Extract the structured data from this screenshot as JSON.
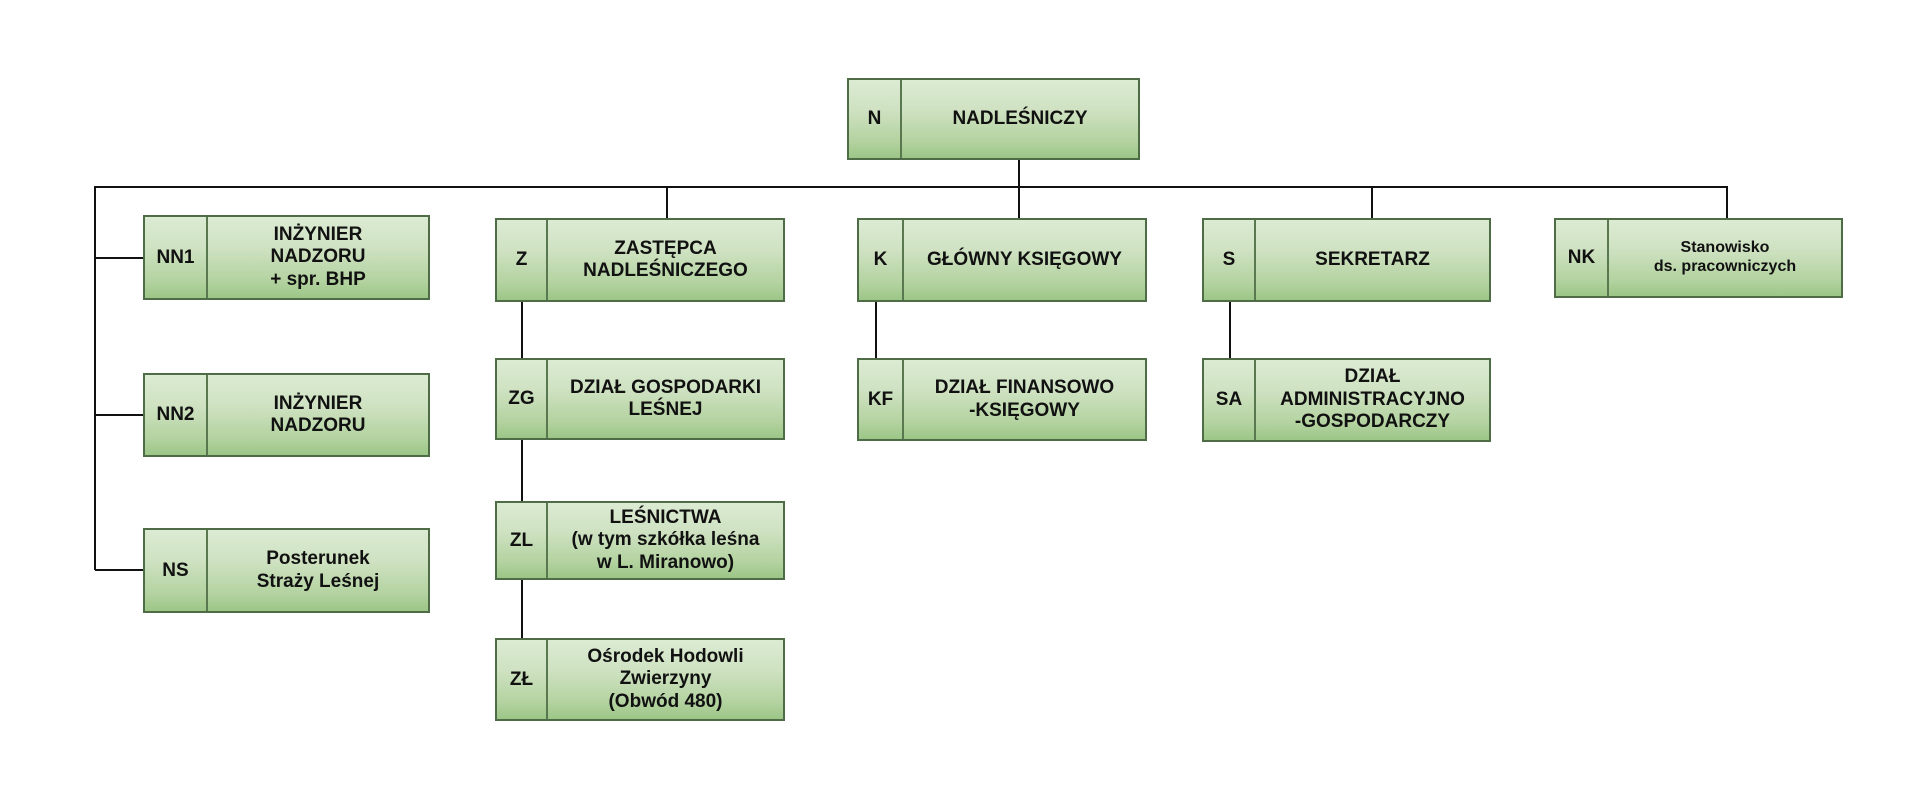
{
  "page": {
    "background_color": "#ffffff"
  },
  "diagram": {
    "type": "org-chart",
    "colors": {
      "box_gradient_top": "#dcebd3",
      "box_gradient_bottom": "#9cc687",
      "box_border": "#4e6c45",
      "connector": "#111111",
      "text": "#111111"
    },
    "nodes": [
      {
        "code": "N",
        "label": "NADLEŚNICZY",
        "parent": null
      },
      {
        "code": "NN1",
        "label": "INŻYNIER\nNADZORU\n+ spr. BHP",
        "parent": "N"
      },
      {
        "code": "NN2",
        "label": "INŻYNIER\nNADZORU",
        "parent": "N"
      },
      {
        "code": "NS",
        "label": "Posterunek\nStraży Leśnej",
        "parent": "N"
      },
      {
        "code": "Z",
        "label": "ZASTĘPCA\nNADLEŚNICZEGO",
        "parent": "N"
      },
      {
        "code": "ZG",
        "label": "DZIAŁ GOSPODARKI\nLEŚNEJ",
        "parent": "Z"
      },
      {
        "code": "ZL",
        "label": "LEŚNICTWA\n(w tym szkółka leśna\nw L. Miranowo)",
        "parent": "ZG"
      },
      {
        "code": "ZŁ",
        "label": "Ośrodek Hodowli\nZwierzyny\n(Obwód 480)",
        "parent": "ZL"
      },
      {
        "code": "K",
        "label": "GŁÓWNY KSIĘGOWY",
        "parent": "N"
      },
      {
        "code": "KF",
        "label": "DZIAŁ FINANSOWO\n-KSIĘGOWY",
        "parent": "K"
      },
      {
        "code": "S",
        "label": "SEKRETARZ",
        "parent": "N"
      },
      {
        "code": "SA",
        "label": "DZIAŁ\nADMINISTRACYJNO\n-GOSPODARCZY",
        "parent": "S"
      },
      {
        "code": "NK",
        "label": "Stanowisko\nds. pracowniczych",
        "parent": "N"
      }
    ]
  }
}
